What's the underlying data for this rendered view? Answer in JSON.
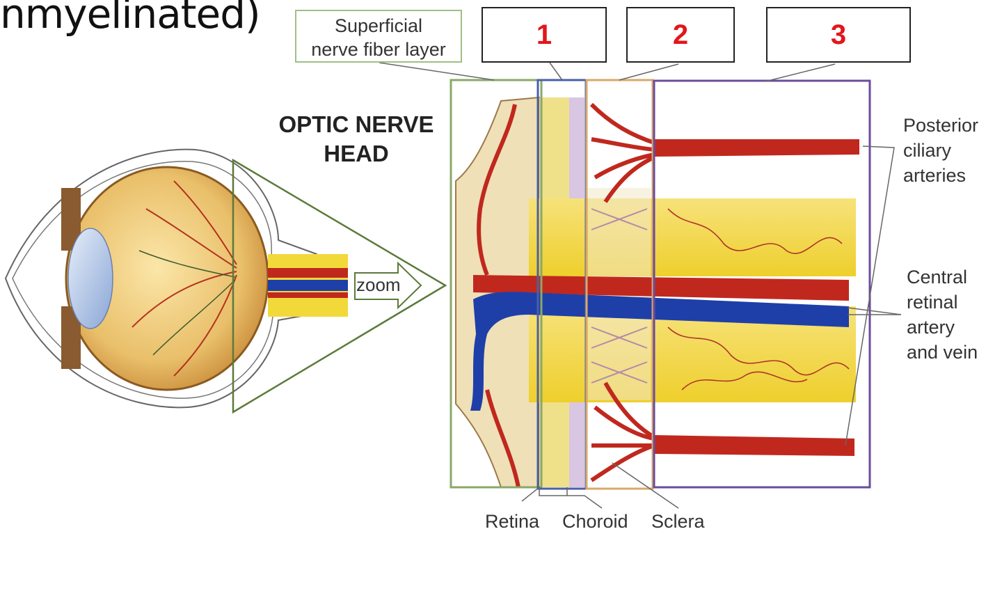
{
  "heading_fragment": "nmyelinated)",
  "labels": {
    "superficial_line1": "Superficial",
    "superficial_line2": "nerve fiber layer",
    "box1": "1",
    "box2": "2",
    "box3": "3",
    "onh_line1": "OPTIC NERVE",
    "onh_line2": "HEAD",
    "zoom": "zoom",
    "pca_line1": "Posterior",
    "pca_line2": "ciliary",
    "pca_line3": "arteries",
    "cra_line1": "Central",
    "cra_line2": "retinal",
    "cra_line3": "artery",
    "cra_line4": "and vein",
    "retina": "Retina",
    "choroid": "Choroid",
    "sclera": "Sclera"
  },
  "colors": {
    "retina_box": "#8aa86a",
    "choroid_box": "#4a5fa8",
    "sclera_box": "#d8a86a",
    "nerve_box": "#6a4c9c",
    "number_text": "#e2161b",
    "artery": "#c0281e",
    "vein": "#1f3fa8",
    "nerve_tissue": "#f2d93a"
  }
}
